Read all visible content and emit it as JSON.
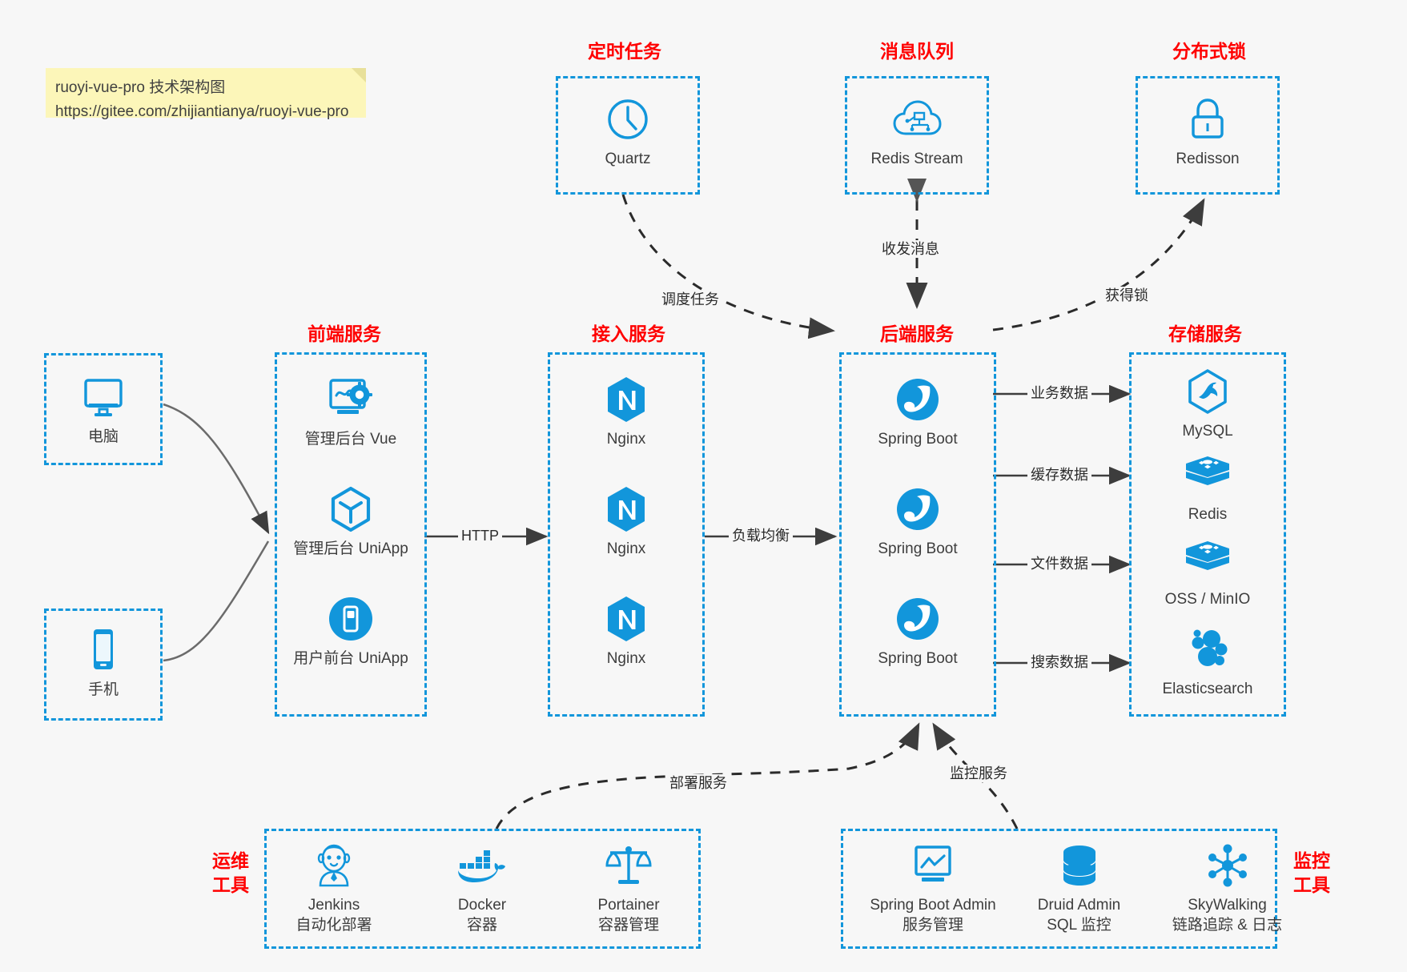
{
  "note": {
    "line1": "ruoyi-vue-pro 技术架构图",
    "line2": "https://gitee.com/zhijiantianya/ruoyi-vue-pro"
  },
  "groups": {
    "scheduler": {
      "title": "定时任务"
    },
    "mq": {
      "title": "消息队列"
    },
    "lock": {
      "title": "分布式锁"
    },
    "frontend": {
      "title": "前端服务"
    },
    "gateway": {
      "title": "接入服务"
    },
    "backend": {
      "title": "后端服务"
    },
    "storage": {
      "title": "存储服务"
    },
    "devops": {
      "title_line1": "运维",
      "title_line2": "工具"
    },
    "monitor": {
      "title_line1": "监控",
      "title_line2": "工具"
    }
  },
  "clients": [
    {
      "label": "电脑",
      "icon": "desktop-icon"
    },
    {
      "label": "手机",
      "icon": "mobile-icon"
    }
  ],
  "scheduler_nodes": [
    {
      "label": "Quartz",
      "icon": "clock-icon"
    }
  ],
  "mq_nodes": [
    {
      "label": "Redis Stream",
      "icon": "cloud-network-icon"
    }
  ],
  "lock_nodes": [
    {
      "label": "Redisson",
      "icon": "lock-icon"
    }
  ],
  "frontend_nodes": [
    {
      "label": "管理后台 Vue",
      "icon": "monitor-gear-icon"
    },
    {
      "label": "管理后台 UniApp",
      "icon": "hexagon-cube-icon"
    },
    {
      "label": "用户前台 UniApp",
      "icon": "mobile-filled-icon"
    }
  ],
  "gateway_nodes": [
    {
      "label": "Nginx",
      "icon": "nginx-icon"
    },
    {
      "label": "Nginx",
      "icon": "nginx-icon"
    },
    {
      "label": "Nginx",
      "icon": "nginx-icon"
    }
  ],
  "backend_nodes": [
    {
      "label": "Spring Boot",
      "icon": "spring-boot-icon"
    },
    {
      "label": "Spring Boot",
      "icon": "spring-boot-icon"
    },
    {
      "label": "Spring Boot",
      "icon": "spring-boot-icon"
    }
  ],
  "storage_nodes": [
    {
      "label": "MySQL",
      "icon": "mysql-icon"
    },
    {
      "label": "Redis",
      "icon": "redis-icon"
    },
    {
      "label": "OSS / MinIO",
      "icon": "minio-icon"
    },
    {
      "label": "Elasticsearch",
      "icon": "elasticsearch-icon"
    }
  ],
  "devops_nodes": [
    {
      "label": "Jenkins",
      "sub": "自动化部署",
      "icon": "jenkins-icon"
    },
    {
      "label": "Docker",
      "sub": "容器",
      "icon": "docker-icon"
    },
    {
      "label": "Portainer",
      "sub": "容器管理",
      "icon": "portainer-scales-icon"
    }
  ],
  "monitor_nodes": [
    {
      "label": "Spring Boot Admin",
      "sub": "服务管理",
      "icon": "monitor-chart-icon"
    },
    {
      "label": "Druid Admin",
      "sub": "SQL 监控",
      "icon": "database-icon"
    },
    {
      "label": "SkyWalking",
      "sub": "链路追踪 & 日志",
      "icon": "skywalking-icon"
    }
  ],
  "edges": [
    {
      "label": "HTTP"
    },
    {
      "label": "负载均衡"
    },
    {
      "label": "调度任务"
    },
    {
      "label": "收发消息"
    },
    {
      "label": "获得锁"
    },
    {
      "label": "业务数据"
    },
    {
      "label": "缓存数据"
    },
    {
      "label": "文件数据"
    },
    {
      "label": "搜索数据"
    },
    {
      "label": "部署服务"
    },
    {
      "label": "监控服务"
    }
  ],
  "colors": {
    "accent": "#1296db",
    "title": "#ff0000",
    "text": "#3d3d3d",
    "background": "#f7f7f7",
    "note_bg": "#fcf6b9",
    "arrow": "#3d3d3d"
  }
}
